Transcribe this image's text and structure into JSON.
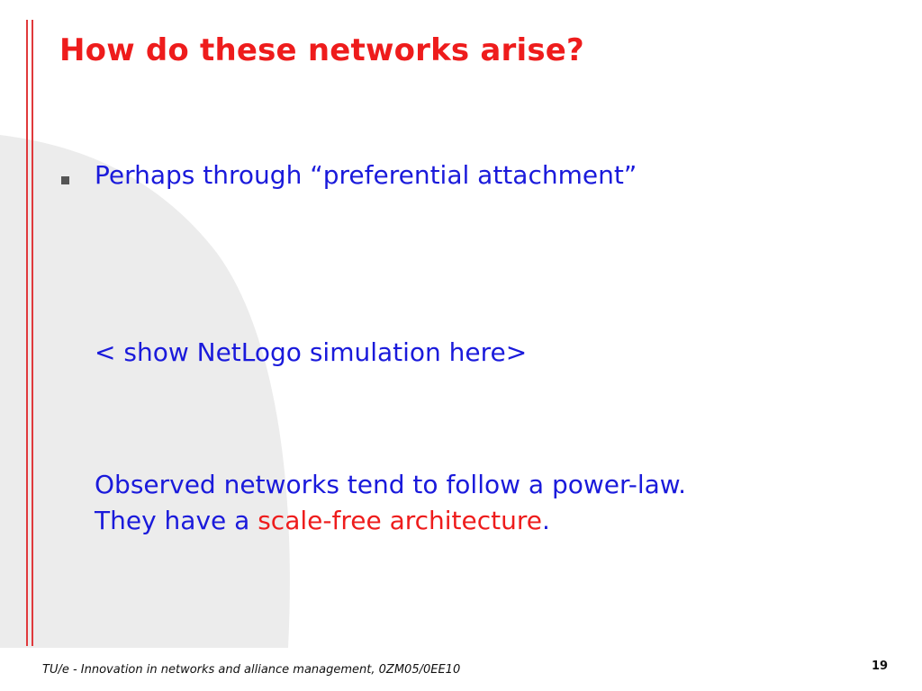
{
  "slide": {
    "title": "How do these networks arise?",
    "bullet": "Perhaps through “preferential attachment”",
    "paragraph1": "< show NetLogo simulation here>",
    "paragraph2": "Observed networks tend to follow a power-law.",
    "paragraph3_prefix": "They have a ",
    "paragraph3_highlight": "scale-free architecture",
    "paragraph3_suffix": "."
  },
  "footer": {
    "text": "TU/e - Innovation in networks and alliance management, 0ZM05/0EE10",
    "page_number": "19"
  },
  "colors": {
    "title": "#ee1c1c",
    "body_text": "#1a1adb",
    "highlight": "#ee1c1c",
    "rule": "#e0393c"
  }
}
